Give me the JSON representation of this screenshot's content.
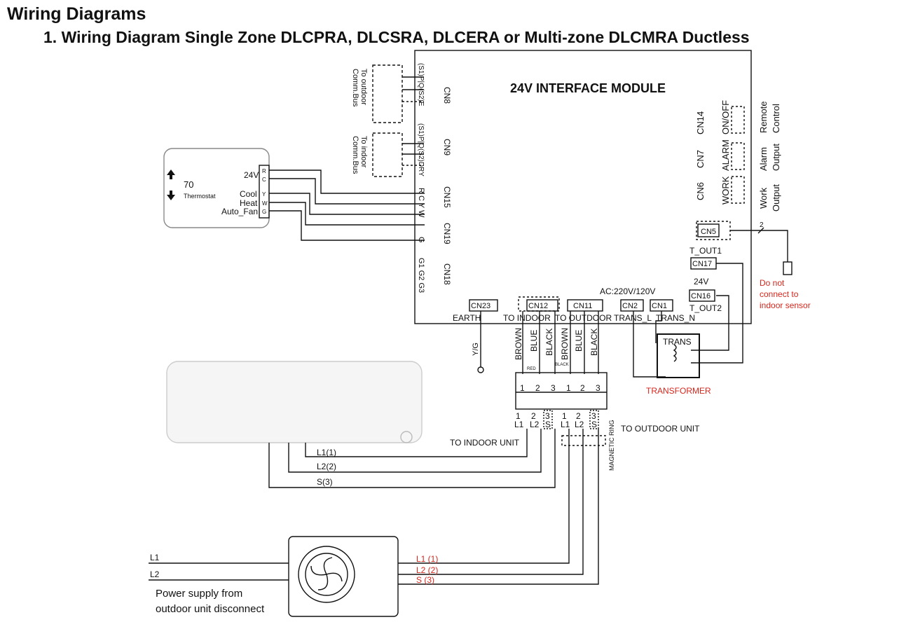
{
  "heading": "Wiring Diagrams",
  "subheading": "1.   Wiring Diagram Single Zone DLCPRA, DLCSRA, DLCERA or Multi-zone DLCMRA Ductless",
  "module": {
    "title": "24V INTERFACE MODULE",
    "cn8": "CN8",
    "cn8_pins": "(S1)P|Q(S2)E",
    "cn9": "CN9",
    "cn9_pins": "(S1)P|Q(S2)DRY",
    "cn15": "CN15",
    "cn15_pins": "R C Y W",
    "cn19": "CN19",
    "cn19_pins": "G",
    "cn18": "CN18",
    "cn18_pins": "G1 G2 G3",
    "cn14": "CN14",
    "onoff": "ON/OFF",
    "remote": "Remote",
    "control": "Control",
    "cn7": "CN7",
    "alarm": "ALARM",
    "alarm_out": "Alarm",
    "output1": "Output",
    "cn6": "CN6",
    "work": "WORK",
    "work_out": "Work",
    "output2": "Output",
    "cn5": "CN5",
    "t_out1": "T_OUT1",
    "cn17": "CN17",
    "v24": "24V",
    "cn16": "CN16",
    "t_out2": "T_OUT2",
    "ac": "AC:220V/120V",
    "cn23": "CN23",
    "earth": "EARTH",
    "cn12": "CN12",
    "to_indoor": "TO INDOOR",
    "cn11": "CN11",
    "to_outdoor": "TO OUTDOOR",
    "cn2": "CN2",
    "trans_l": "TRANS_L",
    "cn1": "CN1",
    "trans_n": "TRANS_N"
  },
  "comm_bus": {
    "outdoor_1": "To outdoor",
    "outdoor_2": "Comm.Bus",
    "indoor_1": "To indoor",
    "indoor_2": "Comm.Bus"
  },
  "thermostat": {
    "temp": "70",
    "label": "Thermostat",
    "v24": "24V",
    "cool": "Cool",
    "heat": "Heat",
    "autofan": "Auto_Fan",
    "pin_r": "R",
    "pin_c": "C",
    "pin_y": "Y",
    "pin_w": "W",
    "pin_g": "G"
  },
  "sensor": {
    "count": "2",
    "note1": "Do not",
    "note2": "connect to",
    "note3": "indoor sensor"
  },
  "transformer": {
    "trans": "TRANS",
    "label": "TRANSFORMER"
  },
  "wires": {
    "yg": "Y/G",
    "colors": [
      "BROWN",
      "BLUE",
      "BLACK",
      "BROWN",
      "BLUE",
      "BLACK"
    ],
    "red": "RED",
    "black": "BLACK"
  },
  "terminals": {
    "nums": [
      "1",
      "2",
      "3",
      "1",
      "2",
      "3"
    ],
    "bottom": [
      "L1",
      "L2",
      "S",
      "L1",
      "L2",
      "S"
    ],
    "small": [
      "1",
      "2",
      "3",
      "1",
      "2",
      "3"
    ]
  },
  "labels": {
    "to_outdoor_unit": "TO OUTDOOR UNIT",
    "to_indoor_unit": "TO INDOOR UNIT",
    "magnetic_ring": "MAGNETIC RING",
    "l1_1": "L1(1)",
    "l2_2": "L2(2)",
    "s_3": "S(3)",
    "red_l1": "L1 (1)",
    "red_l2": "L2 (2)",
    "red_s": "S   (3)",
    "l1": "L1",
    "l2": "L2",
    "power1": "Power supply from",
    "power2": "outdoor unit disconnect"
  },
  "colors": {
    "accent_red": "#d8261c"
  }
}
